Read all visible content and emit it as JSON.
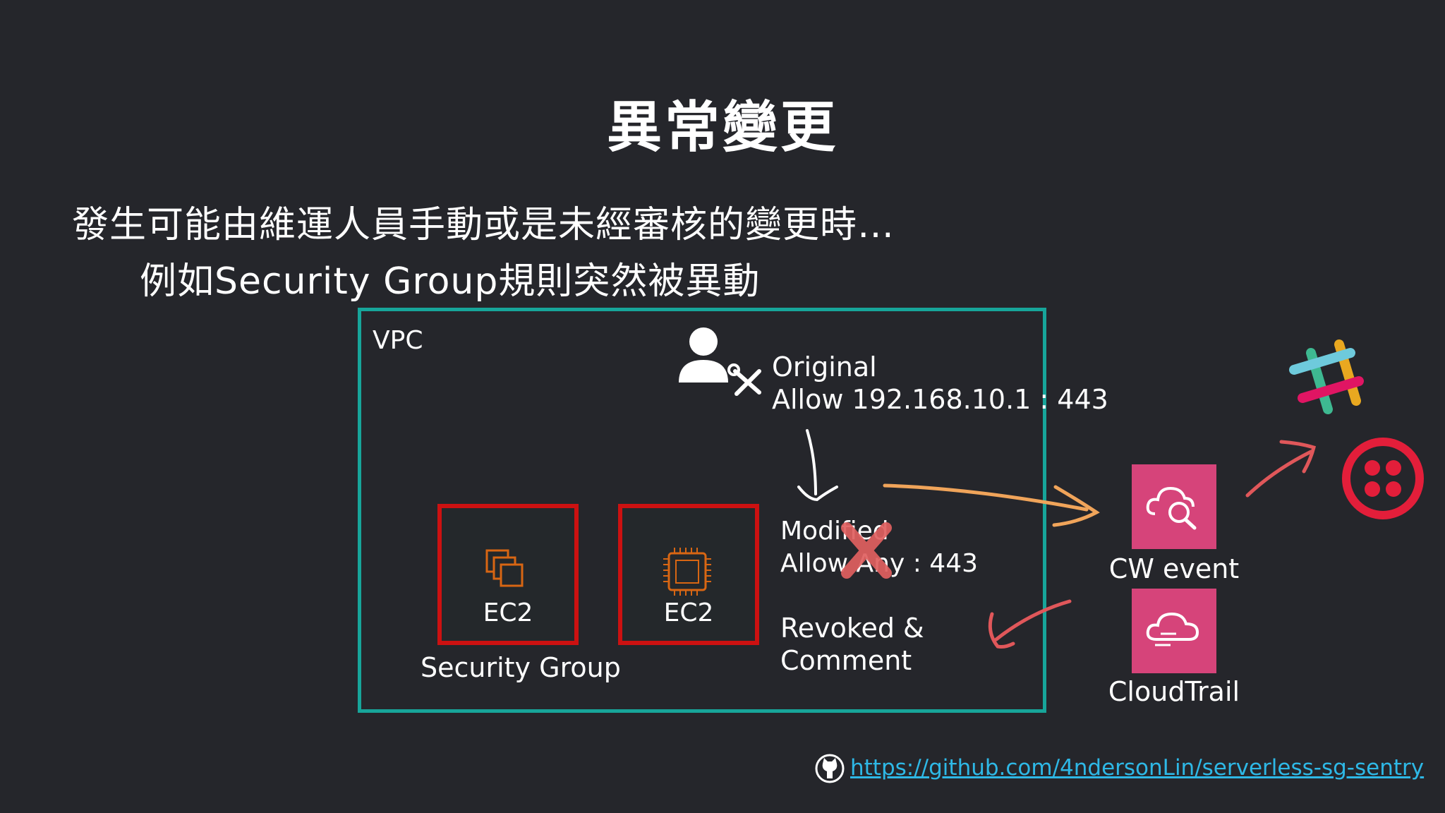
{
  "title": "異常變更",
  "subtitle": {
    "line1": "發生可能由維運人員手動或是未經審核的變更時…",
    "line2": "例如Security Group規則突然被異動"
  },
  "diagram": {
    "vpc_label": "VPC",
    "ec2_left_label": "EC2",
    "ec2_right_label": "EC2",
    "security_group_label": "Security Group",
    "original_line1": "Original",
    "original_line2": "Allow 192.168.10.1 : 443",
    "modified_line1": "Modified",
    "modified_line2": "Allow Any : 443",
    "revoked_line1": "Revoked &",
    "revoked_line2": "Comment",
    "cw_event_label": "CW event",
    "cloudtrail_label": "CloudTrail"
  },
  "footer": {
    "link_text": "https://github.com/4ndersonLin/serverless-sg-sentry"
  },
  "colors": {
    "background": "#25262b",
    "vpc_border": "#17a59a",
    "ec2_border": "#cc1111",
    "ec2_icon": "#d86613",
    "service_tile": "#d6447a",
    "arrow_orange": "#f0a45a",
    "arrow_red": "#e0575a",
    "cross": "#e06060",
    "twilio": "#e31e3a",
    "link": "#2eb8e6"
  },
  "icons": [
    "user-icon",
    "tools-icon",
    "ec2-instances-icon",
    "ec2-chip-icon",
    "cloudwatch-icon",
    "cloudtrail-icon",
    "slack-icon",
    "twilio-icon",
    "github-icon"
  ]
}
